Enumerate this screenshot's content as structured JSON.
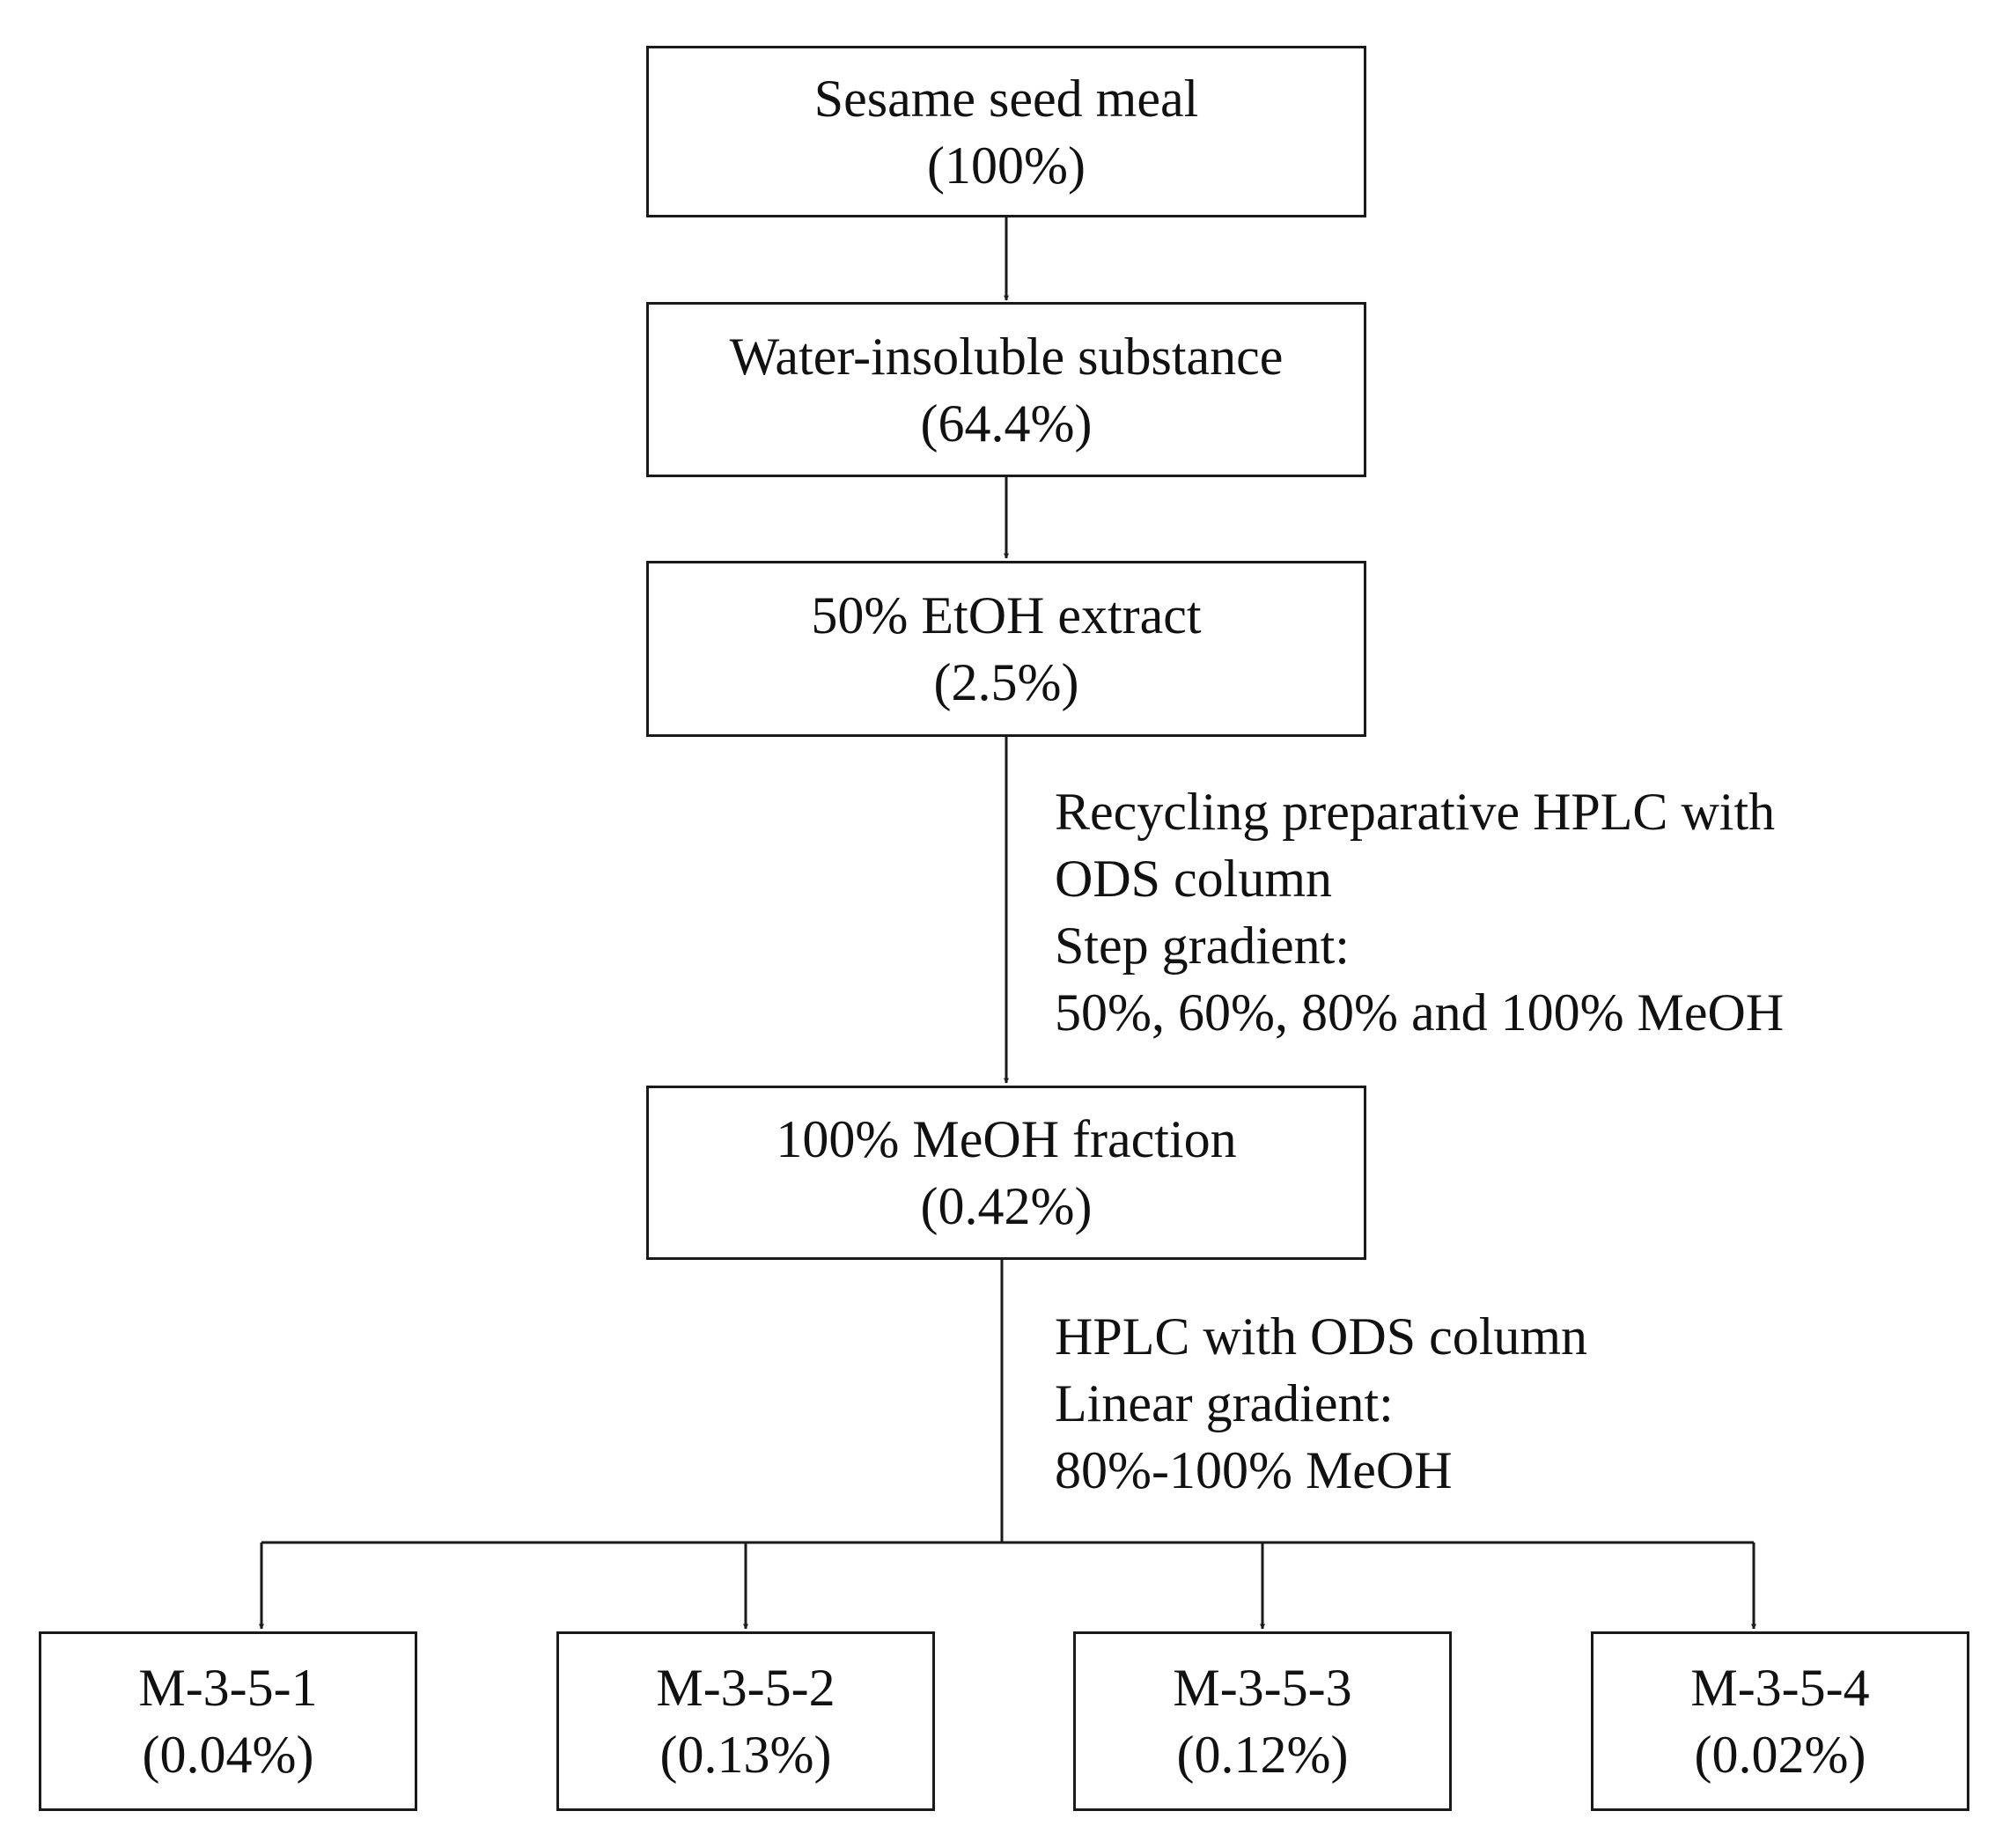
{
  "nodes": {
    "sesame_meal": {
      "name": "Sesame seed meal",
      "yield": "(100%)"
    },
    "water_insoluble": {
      "name": "Water-insoluble substance",
      "yield": "(64.4%)"
    },
    "etoh_extract": {
      "name": "50% EtOH extract",
      "yield": "(2.5%)"
    },
    "meoh_fraction": {
      "name": "100% MeOH fraction",
      "yield": "(0.42%)"
    },
    "fractions": [
      {
        "name": "M-3-5-1",
        "yield": "(0.04%)"
      },
      {
        "name": "M-3-5-2",
        "yield": "(0.13%)"
      },
      {
        "name": "M-3-5-3",
        "yield": "(0.12%)"
      },
      {
        "name": "M-3-5-4",
        "yield": "(0.02%)"
      }
    ]
  },
  "steps": {
    "recycling_hplc": {
      "lines": [
        "Recycling preparative HPLC with",
        "ODS column",
        "Step gradient:",
        "50%, 60%, 80% and 100% MeOH"
      ]
    },
    "hplc_ods": {
      "lines": [
        "HPLC with ODS column",
        "Linear gradient:",
        "80%-100% MeOH"
      ]
    }
  },
  "colors": {
    "line": "#1a1a1a",
    "background": "#ffffff"
  }
}
